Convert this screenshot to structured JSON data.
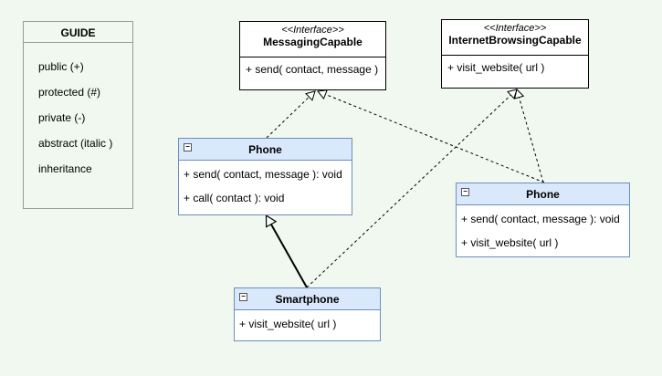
{
  "guide": {
    "title": "GUIDE",
    "items": [
      "public (+)",
      "protected (#)",
      "private (-)",
      "abstract (italic )",
      "inheritance"
    ]
  },
  "interfaces": [
    {
      "stereotype": "<<Interface>>",
      "name": "MessagingCapable",
      "method": "+ send( contact, message )"
    },
    {
      "stereotype": "<<Interface>>",
      "name": "InternetBrowsingCapable",
      "method": "+ visit_website( url )"
    }
  ],
  "classes": {
    "phone_left": {
      "name": "Phone",
      "methods": [
        "+ send( contact, message ): void",
        "+ call( contact ): void"
      ]
    },
    "phone_right": {
      "name": "Phone",
      "methods": [
        "+ send( contact, message ): void",
        "+ visit_website( url )"
      ]
    },
    "smartphone": {
      "name": "Smartphone",
      "methods": [
        "+ visit_website( url )"
      ]
    }
  },
  "collapse_symbol": "−"
}
